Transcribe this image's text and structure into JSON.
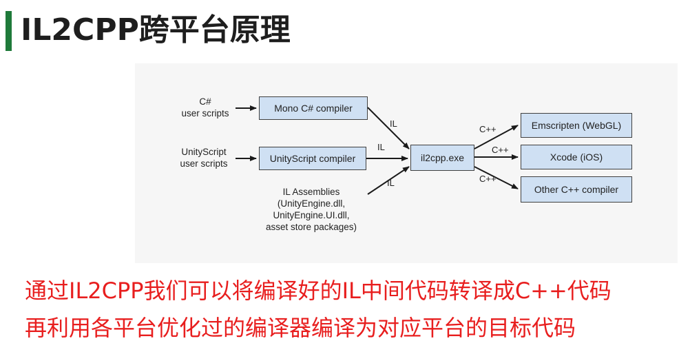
{
  "slide": {
    "title": "IL2CPP跨平台原理",
    "accent_color": "#1f7a3a",
    "caption_color": "#e81e1e"
  },
  "diagram": {
    "inputs": {
      "csharp": [
        "C#",
        "user scripts"
      ],
      "unityscript": [
        "UnityScript",
        "user scripts"
      ],
      "assemblies": [
        "IL Assemblies",
        "(UnityEngine.dll,",
        "UnityEngine.UI.dll,",
        "asset store packages)"
      ]
    },
    "nodes": {
      "mono_compiler": "Mono C# compiler",
      "unityscript_compiler": "UnityScript compiler",
      "il2cpp": "il2cpp.exe",
      "emscripten": "Emscripten (WebGL)",
      "xcode": "Xcode (iOS)",
      "other_cpp": "Other C++ compiler"
    },
    "edge_labels": {
      "il": "IL",
      "cpp": "C++"
    }
  },
  "captions": {
    "line1": "通过IL2CPP我们可以将编译好的IL中间代码转译成C++代码",
    "line2": "再利用各平台优化过的编译器编译为对应平台的目标代码"
  }
}
